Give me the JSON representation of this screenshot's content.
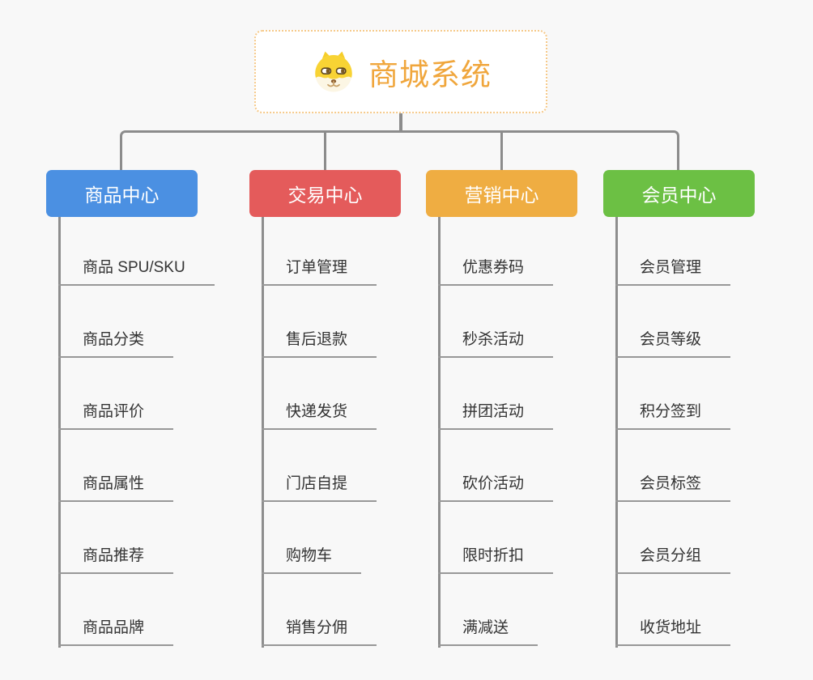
{
  "root": {
    "title": "商城系统",
    "icon": "dog-face-icon"
  },
  "colors": {
    "root_text": "#f0a63c",
    "root_border": "#f6c989",
    "connector": "#8c8c8c",
    "child_text": "#333333"
  },
  "branches": [
    {
      "label": "商品中心",
      "color": "#4b90e2",
      "children": [
        "商品 SPU/SKU",
        "商品分类",
        "商品评价",
        "商品属性",
        "商品推荐",
        "商品品牌"
      ]
    },
    {
      "label": "交易中心",
      "color": "#e45b5b",
      "children": [
        "订单管理",
        "售后退款",
        "快递发货",
        "门店自提",
        "购物车",
        "销售分佣"
      ]
    },
    {
      "label": "营销中心",
      "color": "#efad42",
      "children": [
        "优惠券码",
        "秒杀活动",
        "拼团活动",
        "砍价活动",
        "限时折扣",
        "满减送"
      ]
    },
    {
      "label": "会员中心",
      "color": "#6cc044",
      "children": [
        "会员管理",
        "会员等级",
        "积分签到",
        "会员标签",
        "会员分组",
        "收货地址"
      ]
    }
  ]
}
